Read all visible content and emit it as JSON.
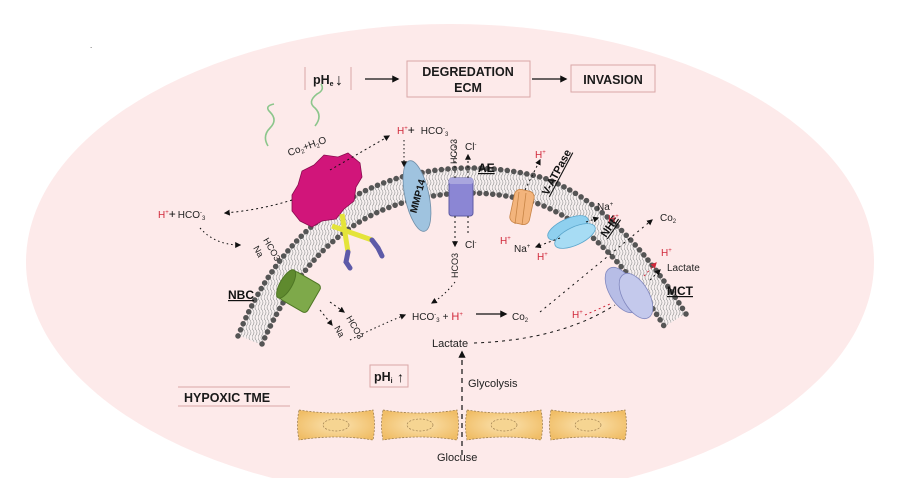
{
  "colors": {
    "tme_background": "#fdeaea",
    "box_border": "#d9a7a7",
    "proton": "#d0283a",
    "carbonic_anhydrase": "#d1157a",
    "mmp14": "#9fc3df",
    "ae": "#8b86d4",
    "v_atpase": "#f3b47c",
    "nhe": "#8fd0ef",
    "mct": "#b7bde6",
    "nbc": "#6e9b3a",
    "integrin": "#e4e43a",
    "cell": "#f0c070"
  },
  "top_flow": {
    "ph_extracellular": {
      "base": "pH",
      "sub": "e",
      "arrow": "↓"
    },
    "degradation": {
      "line1": "DEGREDATION",
      "line2": "ECM"
    },
    "invasion": "INVASION"
  },
  "labels": {
    "ca_reaction": {
      "co2": "Co",
      "co2_sub": "2",
      "plus": "+",
      "h": "H",
      "h_sub": "2",
      "o": "O"
    },
    "left_products": {
      "h": "H",
      "h_sup": "+",
      "plus": "+",
      "hco": "HCO",
      "hco_sup": "-",
      "hco_sub": "3"
    },
    "top_products": {
      "h": "H",
      "h_sup": "+",
      "plus": "+",
      "hco": "HCO",
      "hco_sup": "-",
      "hco_sub": "3"
    },
    "mmp14": "MMP14",
    "ae": "AE",
    "ae_out": {
      "hco3": "HCO3",
      "cl": "Cl",
      "cl_sup": "-"
    },
    "ae_in": {
      "hco3": "HCO3",
      "cl": "Cl",
      "cl_sup": "-"
    },
    "v_atpase": "V-ATPase",
    "v_atpase_out": {
      "h": "H",
      "h_sup": "+"
    },
    "v_atpase_in": {
      "h": "H",
      "h_sup": "+"
    },
    "nhe": "NHE",
    "nhe_out": {
      "na": "Na",
      "na_sup": "+",
      "h": "H",
      "h_sup": "+"
    },
    "nhe_in": {
      "na": "Na",
      "na_sup": "+",
      "h": "H",
      "h_sup": "+"
    },
    "co2_out": {
      "co": "Co",
      "sub": "2"
    },
    "mct": "MCT",
    "mct_out": {
      "h": "H",
      "h_sup": "+",
      "lactate": "Lactate"
    },
    "mct_in": {
      "h": "H",
      "h_sup": "+"
    },
    "nbc": "NBC",
    "nbc_out": {
      "na": "Na",
      "hco3": "HCO3"
    },
    "nbc_in": {
      "na": "Na",
      "hco3": "HCO3"
    },
    "intracellular_reaction": {
      "hco": "HCO",
      "hco_sup": "-",
      "hco_sub": "3",
      "plus": "+",
      "h": "H",
      "h_sup": "+",
      "product": "Co",
      "product_sub": "2"
    },
    "lactate": "Lactate",
    "glycolysis": "Glycolysis",
    "glucose": "Glocuse",
    "ph_intracellular": {
      "base": "pH",
      "sub": "i",
      "arrow": "↑"
    },
    "hypoxic_tme": "HYPOXIC TME"
  },
  "cells_count": 4
}
